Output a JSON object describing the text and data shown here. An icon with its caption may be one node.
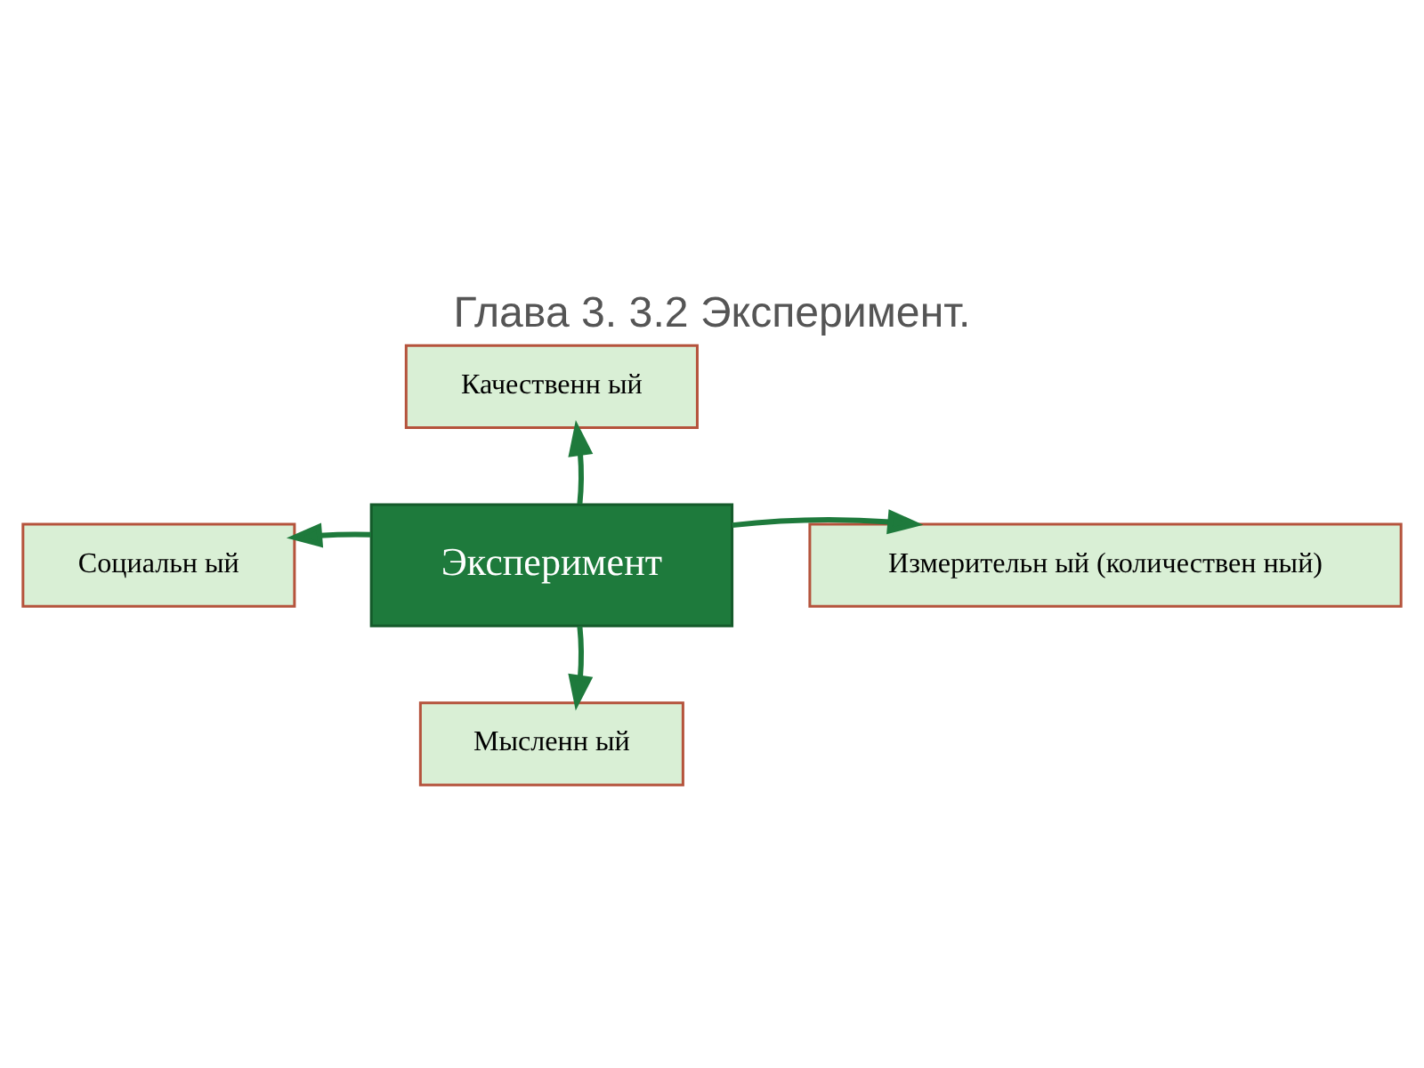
{
  "diagram": {
    "title": "Глава 3. 3.2 Эксперимент.",
    "nodes": [
      {
        "text": [
          "Эксперимент"
        ]
      },
      {
        "text": [
          "Качественн ый"
        ]
      },
      {
        "text": [
          "Социальн ый"
        ]
      },
      {
        "text": [
          "Измерительн ый (количествен ный)"
        ]
      },
      {
        "text": [
          "Мысленн ый"
        ]
      }
    ],
    "edges": [
      {
        "from": 0,
        "to": 1,
        "arrow": "to"
      },
      {
        "from": 0,
        "to": 2,
        "arrow": "to"
      },
      {
        "from": 0,
        "to": 3,
        "arrow": "to"
      },
      {
        "from": 0,
        "to": 4,
        "arrow": "to"
      }
    ]
  }
}
